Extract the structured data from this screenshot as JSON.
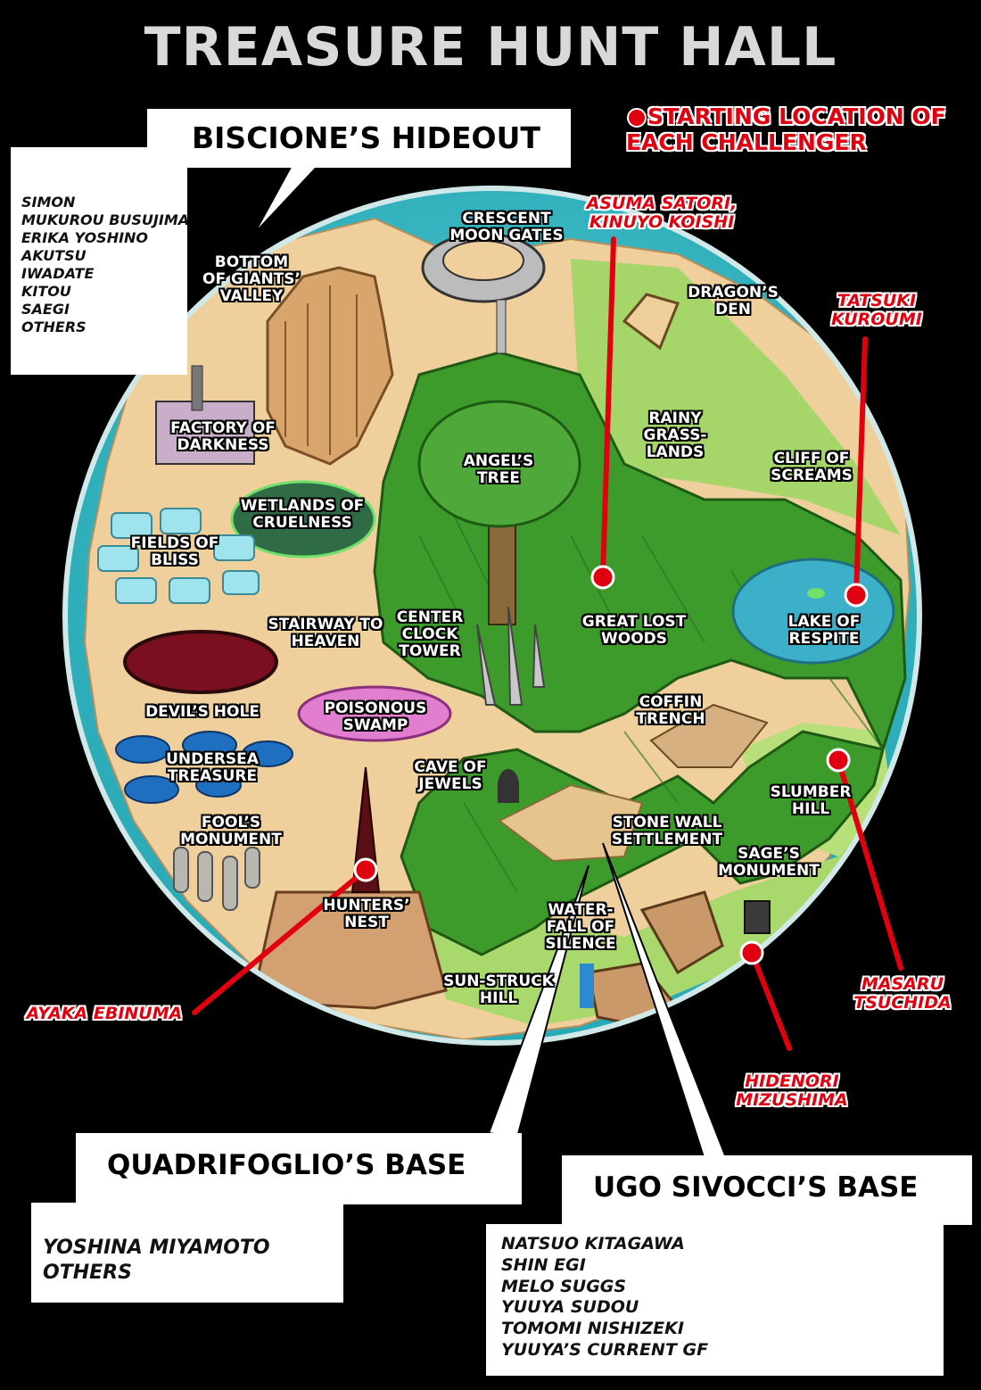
{
  "title": "TREASURE HUNT HALL",
  "legend": {
    "label": "STARTING LOCATION OF\nEACH CHALLENGER",
    "marker_color": "#e1000f"
  },
  "bases": {
    "biscione": {
      "name": "BISCIONE’S HIDEOUT",
      "members": [
        "SIMON",
        "MUKUROU BUSUJIMA",
        "ERIKA YOSHINO",
        "AKUTSU",
        "IWADATE",
        "KITOU",
        "SAEGI",
        "OTHERS"
      ]
    },
    "quadrifoglio": {
      "name": "QUADRIFOGLIO’S BASE",
      "members": [
        "YOSHINA MIYAMOTO",
        "OTHERS"
      ]
    },
    "ugo": {
      "name": "UGO SIVOCCI’S BASE",
      "members": [
        "NATSUO KITAGAWA",
        "SHIN EGI",
        "MELO SUGGS",
        "YUUYA SUDOU",
        "TOMOMI NISHIZEKI",
        "YUUYA’S CURRENT GF"
      ]
    }
  },
  "locations": [
    "CRESCENT\nMOON GATES",
    "BOTTOM\nOF GIANTS’\nVALLEY",
    "DRAGON’S\nDEN",
    "FACTORY OF\nDARKNESS",
    "RAINY\nGRASS-\nLANDS",
    "ANGEL’S\nTREE",
    "CLIFF OF\nSCREAMS",
    "WETLANDS OF\nCRUELNESS",
    "FIELDS OF\nBLISS",
    "STAIRWAY TO\nHEAVEN",
    "CENTER\nCLOCK\nTOWER",
    "GREAT LOST\nWOODS",
    "LAKE OF\nRESPITE",
    "DEVIL’S HOLE",
    "POISONOUS\nSWAMP",
    "COFFIN\nTRENCH",
    "UNDERSEA\nTREASURE",
    "CAVE OF\nJEWELS",
    "SLUMBER\nHILL",
    "FOOL’S\nMONUMENT",
    "STONE WALL\nSETTLEMENT",
    "SAGE’S\nMONUMENT",
    "HUNTERS’\nNEST",
    "WATER-\nFALL OF\nSILENCE",
    "SUN-STRUCK\nHILL"
  ],
  "challengers": [
    "ASUMA SATORI,\nKINUYO KOISHI",
    "TATSUKI\nKUROUMI",
    "AYAKA EBINUMA",
    "MASARU\nTSUCHIDA",
    "HIDENORI\nMIZUSHIMA"
  ]
}
